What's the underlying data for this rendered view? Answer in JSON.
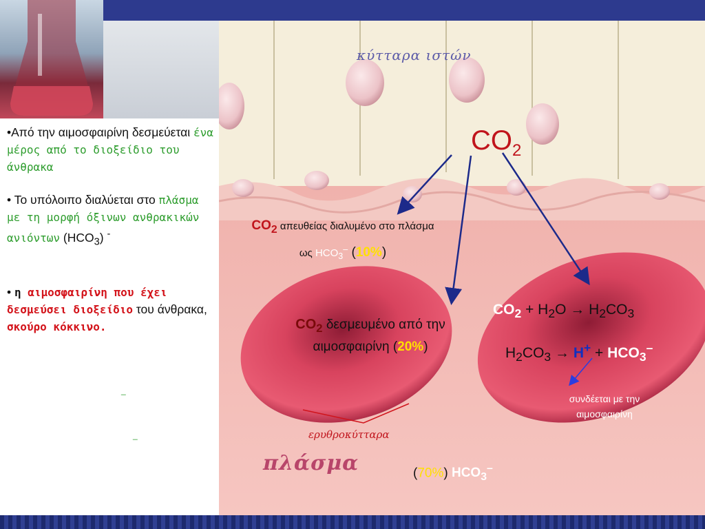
{
  "left_panel": {
    "bullet1": {
      "prefix": "•Από την αιμοσφαιρίνη δεσμεύεται ",
      "highlight": "ένα μέρος από το διοξείδιο του άνθρακα"
    },
    "bullet2": {
      "prefix": "• Το υπόλοιπο διαλύεται στο ",
      "highlight": "πλάσμα με τη μορφή όξινων ανθρακικών ανιόντων",
      "formula_open": " (HCO",
      "formula_sub": "3",
      "formula_close": ") ",
      "charge": "-"
    },
    "bullet3": {
      "bullet": "• ",
      "eta": "η ",
      "highlight1": "αιμοσφαιρίνη που έχει δεσμεύσει διοξείδιο",
      "normal": " του άνθρακα, ",
      "highlight2": "σκούρο κόκκινο."
    },
    "mark1": "_",
    "mark2": "_"
  },
  "diagram": {
    "tissue_label": "κύτταρα ιστών",
    "co2_main": "CO",
    "co2_sub": "2",
    "direct": {
      "co": "CO",
      "sub": "2",
      "text": " απευθείας διαλυμένο στο πλάσμα ως ",
      "hco": "HCO",
      "hco_sub": "3",
      "hco_charge": "–",
      "open": " (",
      "pct": "10%",
      "close": ")"
    },
    "bound": {
      "co": "CO",
      "sub": "2",
      "text": " δεσμευμένο από την αιμοσφαιρίνη (",
      "pct": "20%",
      "close": ")"
    },
    "reaction1": {
      "co": "CO",
      "sub": "2",
      "plus": " + H",
      "h2o_sub": "2",
      "o": "O → H",
      "h2co3_sub": "2",
      "co3": "CO",
      "co3_sub": "3"
    },
    "reaction2": {
      "h": "H",
      "h_sub": "2",
      "co": "CO",
      "co_sub": "3",
      "arrow": " → ",
      "hplus": "H",
      "hplus_sup": "+",
      "plus": " + ",
      "hco": "HCO",
      "hco_sub": "3",
      "hco_charge": "–"
    },
    "binds_text": "συνδέεται με την αιμοσφαιρίνη",
    "erythro_label": "ερυθροκύτταρα",
    "plasma_label": "πλάσμα",
    "plasma_hco3": {
      "open": "(",
      "pct": "70%",
      "close": ") ",
      "hco": "HCO",
      "hco_sub": "3",
      "charge": "–"
    }
  },
  "colors": {
    "frame": "#2b3a8c",
    "plasma": "#f2b9b4",
    "tissue": "#f4edd6",
    "rbc": "#d03a55",
    "arrow": "#1c2a8a",
    "co2_red": "#c0141c",
    "green_text": "#2e9d2e",
    "red_text": "#d3131a"
  }
}
